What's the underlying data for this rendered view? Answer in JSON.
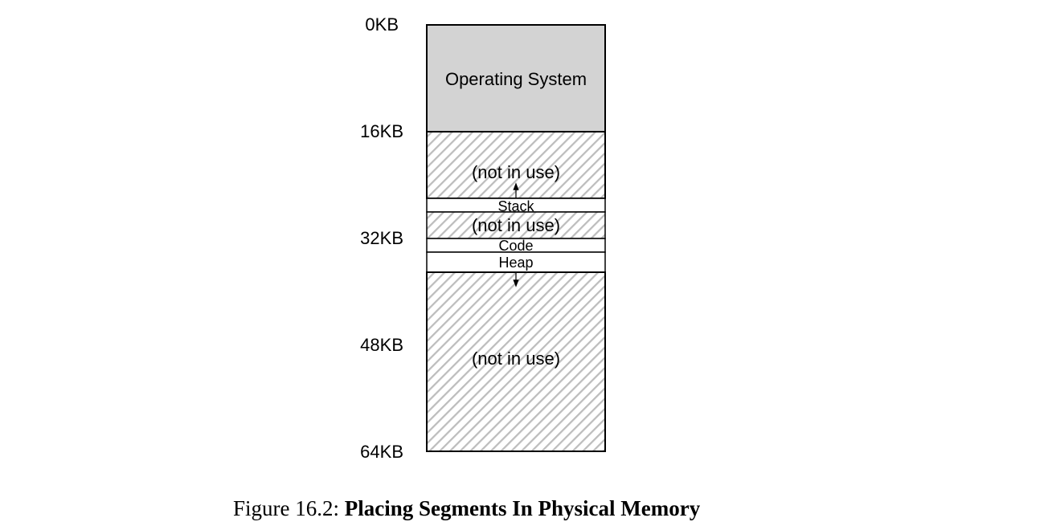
{
  "addresses": [
    "0KB",
    "16KB",
    "32KB",
    "48KB",
    "64KB"
  ],
  "regions": {
    "os": "Operating System",
    "free_top": "(not in use)",
    "stack": "Stack",
    "free_mid": "(not in use)",
    "code": "Code",
    "heap": "Heap",
    "free_bottom": "(not in use)"
  },
  "colors": {
    "os_fill": "#d3d3d3",
    "hatch": "#bdbdbd",
    "border": "#000000"
  },
  "caption": {
    "prefix": "Figure 16.2: ",
    "title": "Placing Segments In Physical Memory"
  }
}
